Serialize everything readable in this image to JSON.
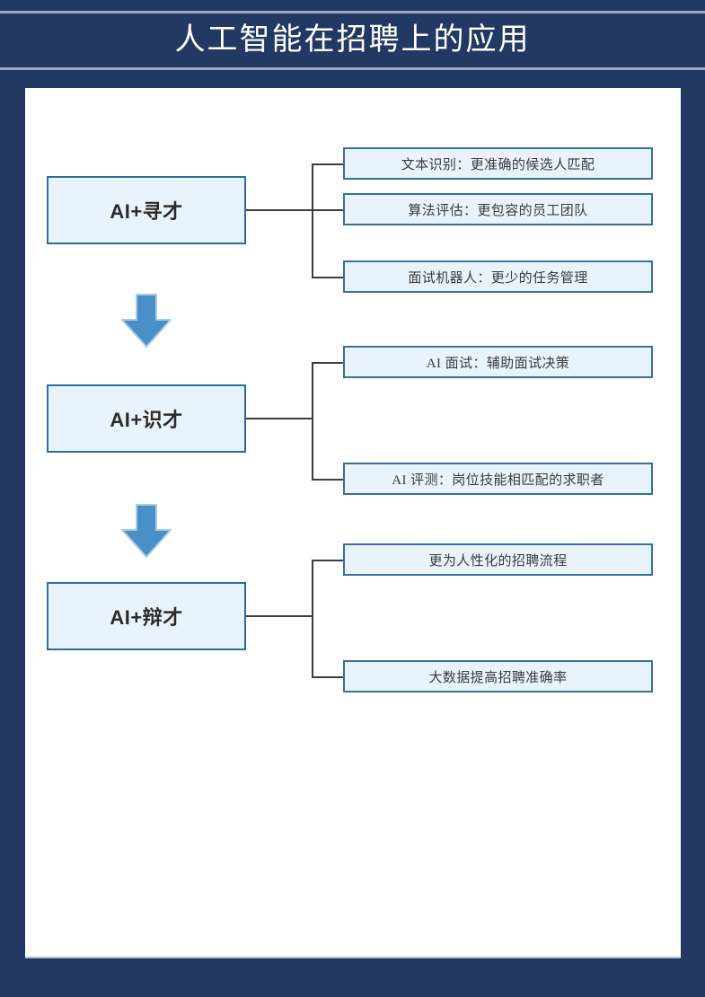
{
  "slide": {
    "background_color": "#223a63",
    "card_color": "#ffffff",
    "accent_box_fill": "#e8f3fb",
    "accent_box_border": "#2e6ca4",
    "arrow_color": "#4a90c8",
    "rule_color": "#9aa8c0",
    "title_color": "#ffffff"
  },
  "header": {
    "title": "人工智能在招聘上的应用"
  },
  "groups": [
    {
      "id": "ai-xuncai",
      "main_label": "AI+寻才",
      "main_label_prefix": "AI+",
      "main_label_suffix": "寻才",
      "items": [
        {
          "text": "文本识别：更准确的候选人匹配"
        },
        {
          "text": "算法评估：更包容的员工团队"
        },
        {
          "text": "面试机器人：更少的任务管理"
        }
      ]
    },
    {
      "id": "ai-shicai",
      "main_label": "AI+识才",
      "main_label_prefix": "AI+",
      "main_label_suffix": "识才",
      "items": [
        {
          "text": "AI 面试：辅助面试决策"
        },
        {
          "text": "AI 评测：岗位技能相匹配的求职者"
        }
      ]
    },
    {
      "id": "ai-biancai",
      "main_label": "AI+辩才",
      "main_label_prefix": "AI+",
      "main_label_suffix": "辩才",
      "items": [
        {
          "text": "更为人性化的招聘流程"
        },
        {
          "text": "大数据提高招聘准确率"
        }
      ]
    }
  ],
  "arrows": [
    {
      "name": "flow-arrow-1",
      "direction": "down"
    },
    {
      "name": "flow-arrow-2",
      "direction": "down"
    }
  ]
}
